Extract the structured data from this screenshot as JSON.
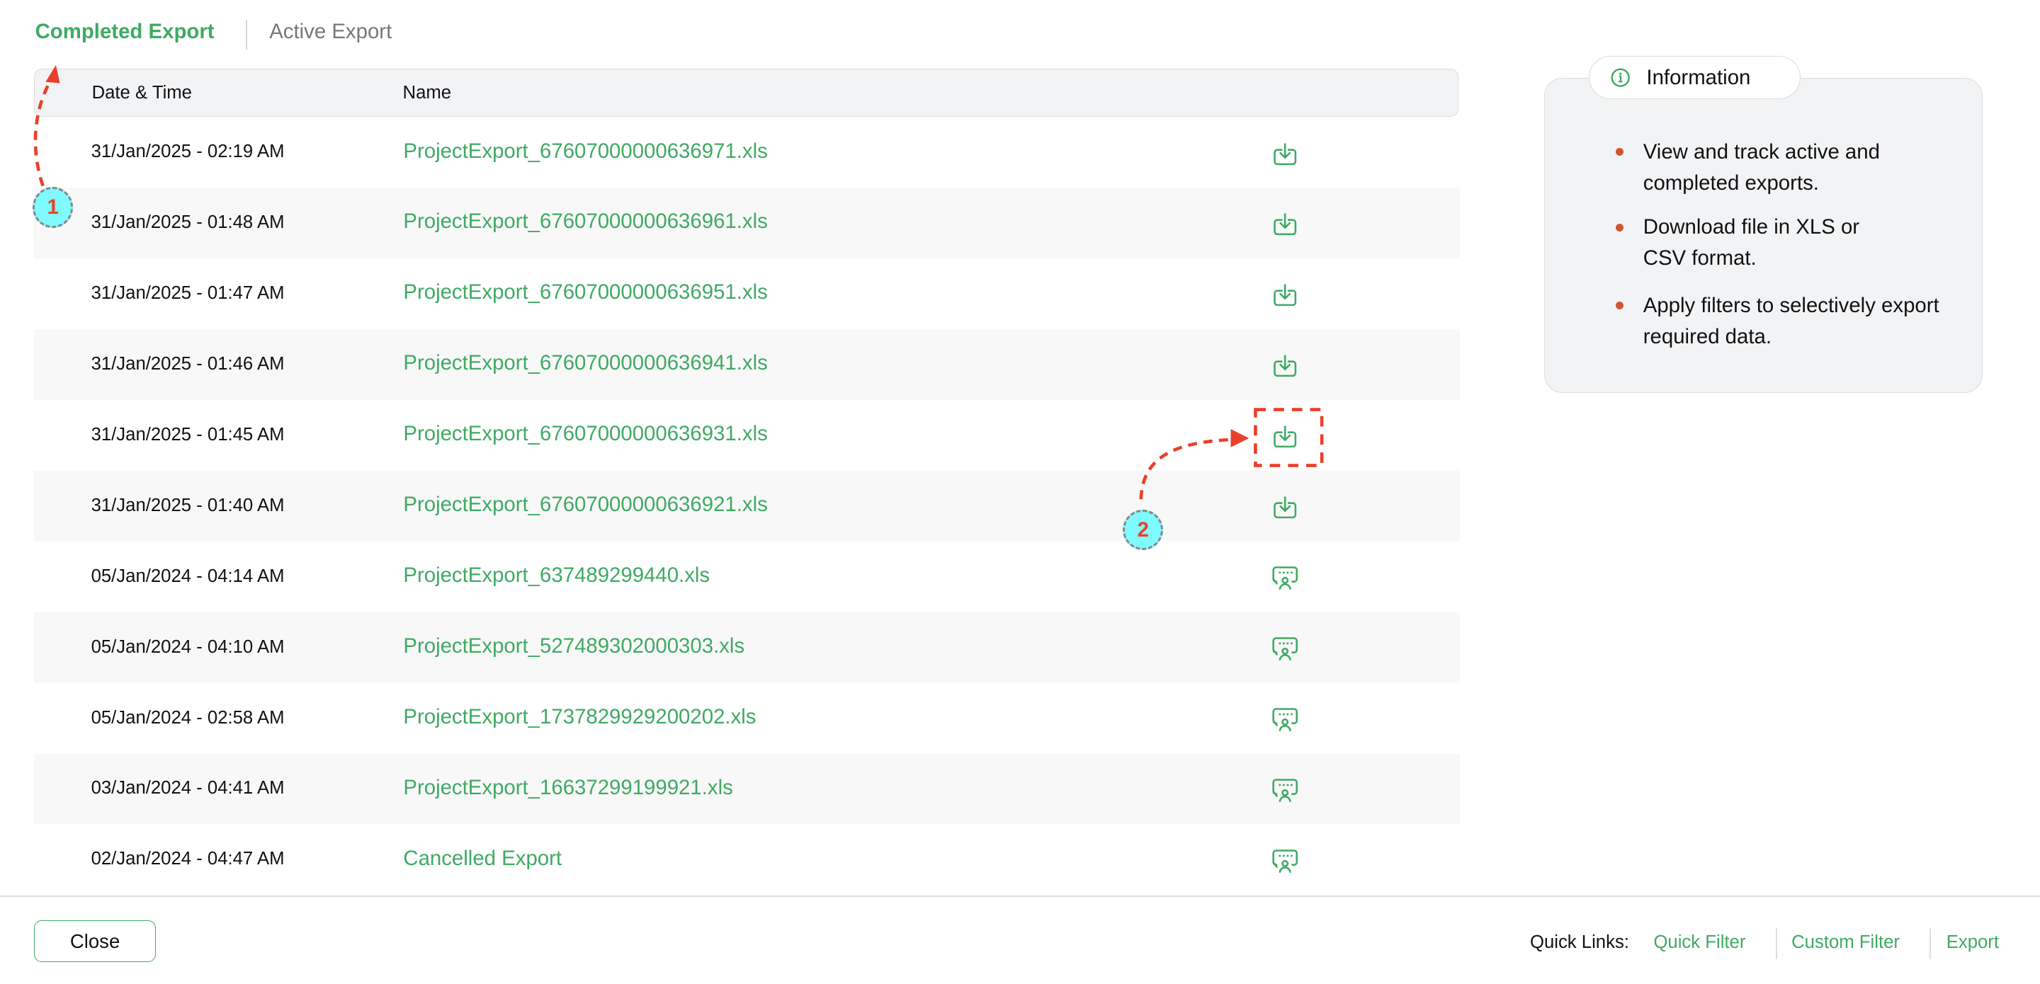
{
  "tabs": {
    "completed": "Completed Export",
    "active": "Active Export"
  },
  "table": {
    "headers": {
      "date": "Date & Time",
      "name": "Name"
    },
    "rows": [
      {
        "date": "31/Jan/2025 - 02:19 AM",
        "name": "ProjectExport_67607000000636971.xls",
        "icon": "download-icon"
      },
      {
        "date": "31/Jan/2025 - 01:48 AM",
        "name": "ProjectExport_67607000000636961.xls",
        "icon": "download-icon"
      },
      {
        "date": "31/Jan/2025 - 01:47 AM",
        "name": "ProjectExport_67607000000636951.xls",
        "icon": "download-icon"
      },
      {
        "date": "31/Jan/2025 - 01:46 AM",
        "name": "ProjectExport_67607000000636941.xls",
        "icon": "download-icon"
      },
      {
        "date": "31/Jan/2025 - 01:45 AM",
        "name": "ProjectExport_67607000000636931.xls",
        "icon": "download-icon"
      },
      {
        "date": "31/Jan/2025 - 01:40 AM",
        "name": "ProjectExport_67607000000636921.xls",
        "icon": "download-icon"
      },
      {
        "date": "05/Jan/2024 - 04:14 AM",
        "name": "ProjectExport_637489299440.xls",
        "icon": "support-icon"
      },
      {
        "date": "05/Jan/2024 - 04:10 AM",
        "name": "ProjectExport_527489302000303.xls",
        "icon": "support-icon"
      },
      {
        "date": "05/Jan/2024 - 02:58 AM",
        "name": "ProjectExport_1737829929200202.xls",
        "icon": "support-icon"
      },
      {
        "date": "03/Jan/2024 - 04:41 AM",
        "name": "ProjectExport_16637299199921.xls",
        "icon": "support-icon"
      },
      {
        "date": "02/Jan/2024 - 04:47 AM",
        "name": "Cancelled Export",
        "icon": "support-icon"
      }
    ]
  },
  "info": {
    "title": "Information",
    "bullets": [
      "View and track active and completed exports.",
      "Download file in XLS or CSV format.",
      "Apply filters to selectively export required data."
    ]
  },
  "footer": {
    "close": "Close",
    "quick_links_label": "Quick Links:",
    "links": [
      "Quick Filter",
      "Custom Filter",
      "Export"
    ]
  },
  "annotations": [
    "1",
    "2"
  ],
  "colors": {
    "accent": "#3faa63",
    "annotation": "#e8402a",
    "badge": "#7ffaff"
  }
}
